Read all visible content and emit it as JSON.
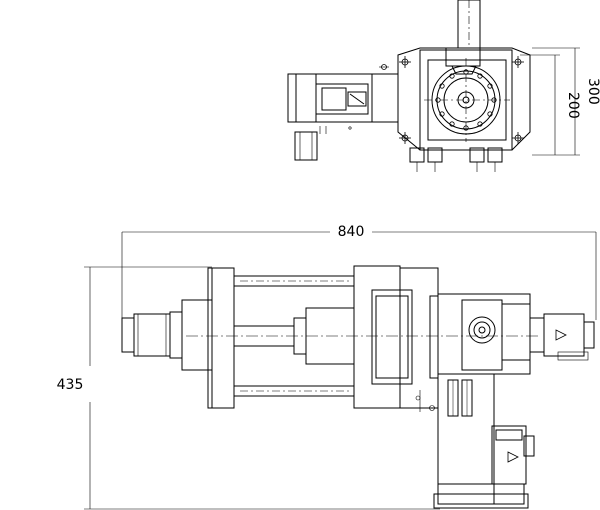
{
  "dimensions": {
    "top_height_outer": "300",
    "top_height_inner": "200",
    "front_width": "840",
    "front_height": "435"
  },
  "colors": {
    "line": "#000000",
    "background": "#ffffff"
  }
}
